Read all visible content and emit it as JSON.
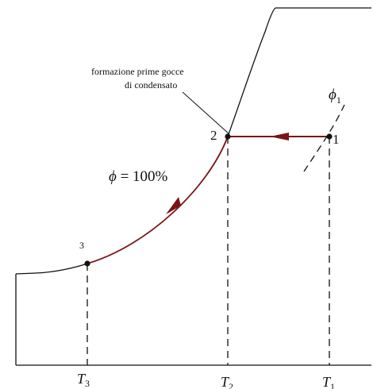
{
  "annotation": {
    "line1": "formazione prime gocce",
    "line2": "di condensato"
  },
  "points": {
    "p1": "1",
    "p2": "2",
    "p3": "3"
  },
  "curves": {
    "saturation_phi": "ϕ",
    "saturation_value": " = 100%",
    "phi1_symbol": "ϕ",
    "phi1_sub": "1"
  },
  "axis": {
    "t1_symbol": "T",
    "t1_sub": "1",
    "t2_symbol": "T",
    "t2_sub": "2",
    "t3_symbol": "T",
    "t3_sub": "3"
  },
  "colors": {
    "process_path": "#7a1414",
    "line": "#111111"
  }
}
